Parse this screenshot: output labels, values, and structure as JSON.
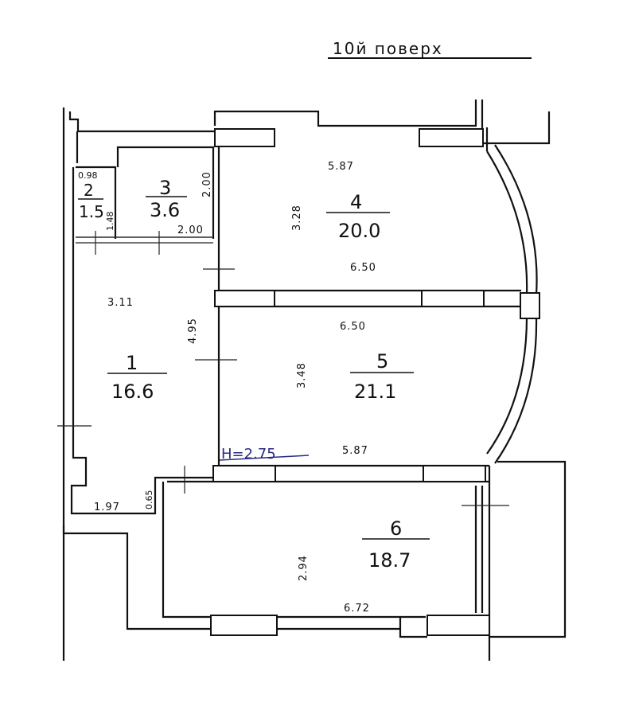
{
  "title": "10й поверх",
  "height_note": "H=2.75",
  "rooms": [
    {
      "number": "1",
      "area": "16.6"
    },
    {
      "number": "2",
      "area": "1.5"
    },
    {
      "number": "3",
      "area": "3.6"
    },
    {
      "number": "4",
      "area": "20.0"
    },
    {
      "number": "5",
      "area": "21.1"
    },
    {
      "number": "6",
      "area": "18.7"
    }
  ],
  "dimensions": {
    "room2_width": "0.98",
    "room2_length": "1.48",
    "room3_height": "2.00",
    "room3_width": "2.00",
    "room4_top": "5.87",
    "room4_side": "3.28",
    "room4_bottom": "6.50",
    "room1_top": "3.11",
    "room1_side": "4.95",
    "room5_top": "6.50",
    "room5_side": "3.48",
    "room5_bottom": "5.87",
    "room1_bottom": "1.97",
    "room1_step": "0.65",
    "room6_side": "2.94",
    "room6_bottom": "6.72"
  }
}
